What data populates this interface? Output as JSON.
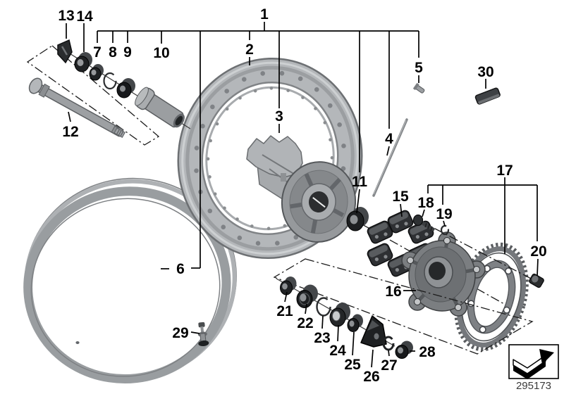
{
  "callouts": {
    "c1": "1",
    "c2": "2",
    "c3": "3",
    "c4": "4",
    "c5": "5",
    "c6": "6",
    "c7": "7",
    "c8": "8",
    "c9": "9",
    "c10": "10",
    "c11": "11",
    "c12": "12",
    "c13": "13",
    "c14": "14",
    "c15": "15",
    "c16": "16",
    "c17": "17",
    "c18": "18",
    "c19": "19",
    "c20": "20",
    "c21": "21",
    "c22": "22",
    "c23": "23",
    "c24": "24",
    "c25": "25",
    "c26": "26",
    "c27": "27",
    "c28": "28",
    "c29": "29",
    "c30": "30"
  },
  "footer": {
    "diagram_number": "295173"
  },
  "legend": {
    "icon": "direction-of-travel-arrow-icon"
  },
  "palette": {
    "background": "#ffffff",
    "line": "#000000",
    "part_light": "#b4b7ba",
    "part_mid": "#979a9d",
    "part_steel": "#85888b",
    "part_dark": "#232527",
    "footer_text": "#3a3a3a"
  }
}
